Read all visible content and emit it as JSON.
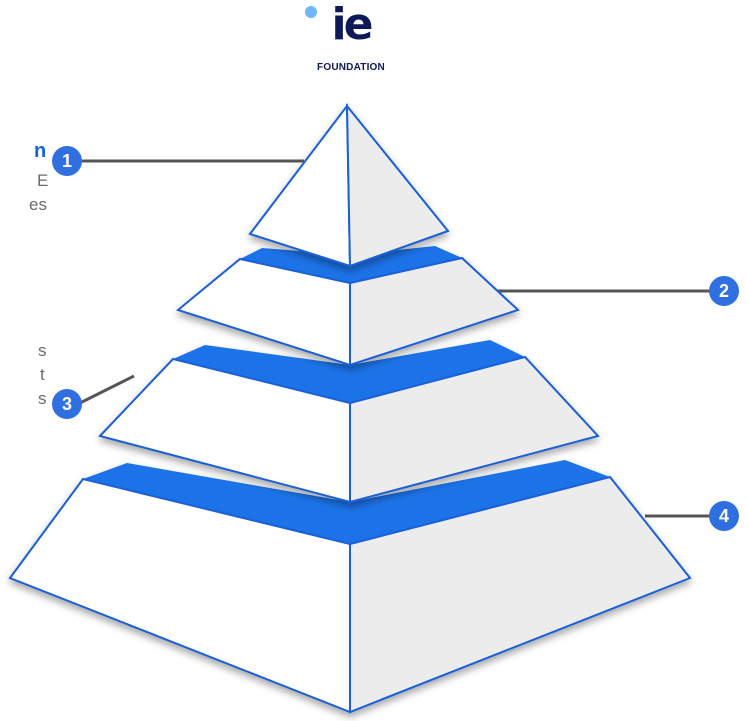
{
  "logo": {
    "wordmark": "ie",
    "subtitle": "FOUNDATION",
    "colors": {
      "navy": "#0d1a57",
      "dot": "#6eb7ff"
    }
  },
  "colors": {
    "band_blue": "#1a73e8",
    "edge_blue": "#1a5fd6",
    "face_light": "#ffffff",
    "face_shade": "#ececec",
    "badge": "#2f6fe0",
    "leader_line": "#555555"
  },
  "markers": [
    {
      "number": "1",
      "side": "left"
    },
    {
      "number": "2",
      "side": "right"
    },
    {
      "number": "3",
      "side": "left"
    },
    {
      "number": "4",
      "side": "right"
    }
  ],
  "cropped_text": {
    "item1_heading_tail": "n",
    "item1_lines": [
      "E",
      "es"
    ],
    "item3_lines": [
      "s",
      "t",
      "s"
    ]
  }
}
